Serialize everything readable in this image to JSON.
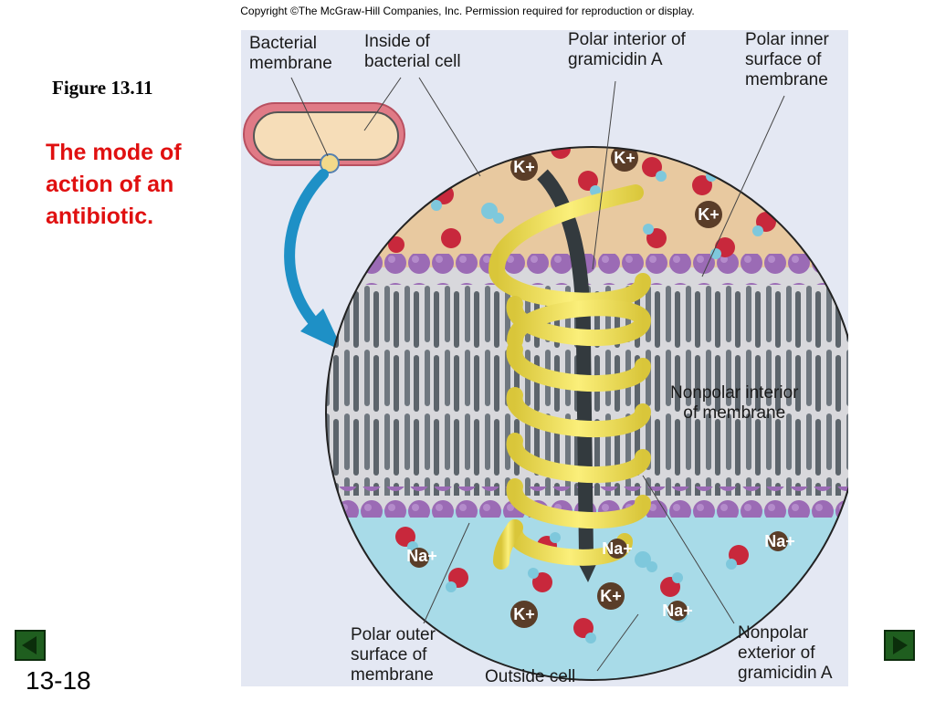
{
  "copyright": "Copyright ©The McGraw-Hill Companies, Inc.  Permission required for reproduction or display.",
  "figure_number": "Figure 13.11",
  "caption_lines": [
    "The mode of",
    "action of an",
    "antibiotic."
  ],
  "slide_number": "13-18",
  "labels": {
    "bacterial_membrane": [
      "Bacterial",
      "membrane"
    ],
    "inside_cell": [
      "Inside of",
      "bacterial cell"
    ],
    "polar_interior": [
      "Polar interior of",
      "gramicidin A"
    ],
    "polar_inner_surface": [
      "Polar inner",
      "surface of",
      "membrane"
    ],
    "nonpolar_interior": [
      "Nonpolar interior",
      "of membrane"
    ],
    "polar_outer_surface": [
      "Polar outer",
      "surface of",
      "membrane"
    ],
    "outside_cell": "Outside cell",
    "nonpolar_exterior": [
      "Nonpolar",
      "exterior of",
      "gramicidin A"
    ]
  },
  "ions": {
    "potassium": "K+",
    "sodium": "Na+"
  },
  "nav": {
    "prev_icon": "triangle-left-icon",
    "next_icon": "triangle-right-icon"
  },
  "colors": {
    "caption": "#e01010",
    "nav_button": "#1f5e1f",
    "helix": "#f2e14a",
    "membrane_head": "#9b6bb5",
    "lipid_tail": "#707880",
    "cytoplasm": "#e8c9a0",
    "exterior": "#a8dbe8",
    "arrow": "#1e90c6"
  }
}
